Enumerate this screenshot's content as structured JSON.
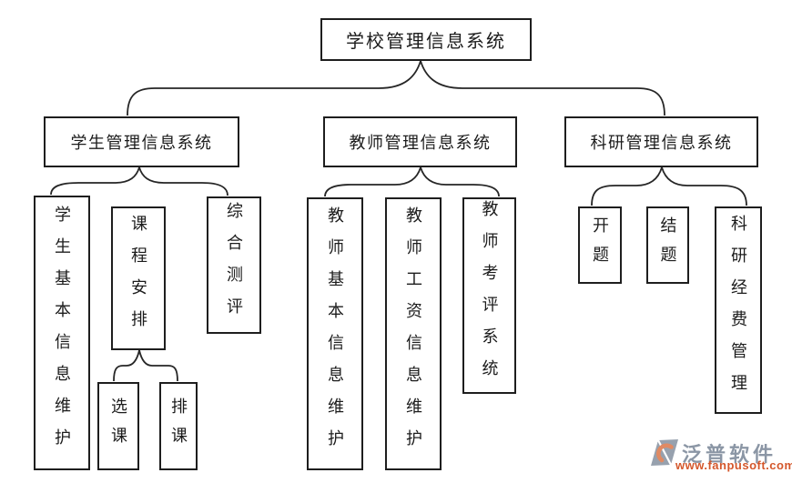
{
  "chart": {
    "root": "学校管理信息系统",
    "student_branch": {
      "label": "学生管理信息系统",
      "children": [
        "学生基本信息维护",
        "课程安排",
        "综合测评"
      ],
      "course_children": [
        "选课",
        "排课"
      ]
    },
    "teacher_branch": {
      "label": "教师管理信息系统",
      "children": [
        "教师基本信息维护",
        "教师工资信息维护",
        "教师考评系统"
      ]
    },
    "research_branch": {
      "label": "科研管理信息系统",
      "children": [
        "开题",
        "结题",
        "科研经费管理"
      ]
    }
  },
  "watermark": {
    "brand": "泛普软件",
    "url": "www.fanpusoft.com",
    "brand_color": "#8b96a5",
    "url_color": "#d4572b",
    "icon": "fanpu-logo-icon"
  },
  "colors": {
    "line": "#262626",
    "box_border": "#1e1e1e"
  }
}
